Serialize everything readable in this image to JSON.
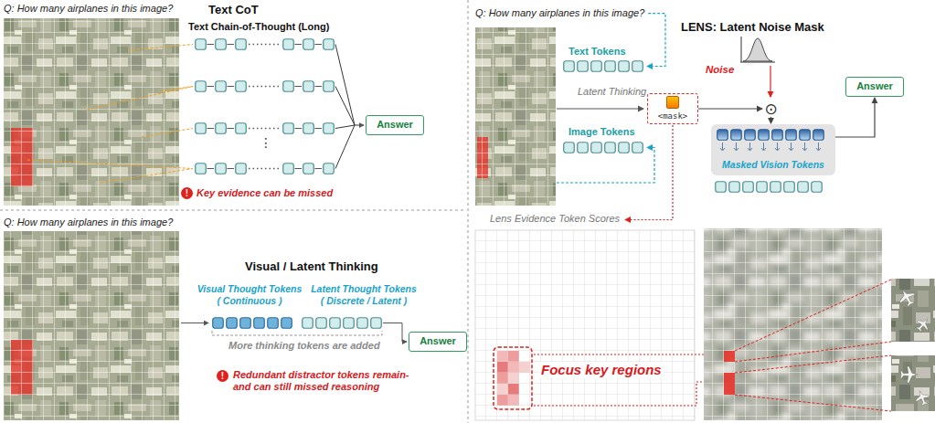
{
  "diagram": {
    "nodes": [
      {
        "text": [
          "Answer"
        ]
      },
      {
        "text": [
          "Answer"
        ]
      },
      {
        "text": [
          "<mask>"
        ]
      },
      {
        "text": [
          "⊙"
        ]
      },
      {
        "text": [
          "Masked Vision Tokens"
        ]
      },
      {
        "text": [
          "Answer"
        ]
      }
    ],
    "edges": [
      {
        "from": 2,
        "to": 3,
        "arrow": "to"
      },
      {
        "from": 3,
        "to": 4,
        "arrow": "to"
      },
      {
        "from": 4,
        "to": 5,
        "arrow": "to"
      }
    ],
    "labels": [
      "Q: How many airplanes in this image?",
      "Text CoT",
      "Text Chain-of-Thought (Long)",
      "⋮",
      "!",
      "Key evidence can be missed",
      "Q: How many airplanes in this image?",
      "Visual / Latent Thinking",
      "Visual Thought Tokens ( Continuous )",
      "Latent Thought Tokens ( Discrete / Latent )",
      "More thinking tokens are added",
      "!",
      "Redundant distractor tokens remain- and can still missed reasoning",
      "Q: How many airplanes in this image?",
      "LENS: Latent Noise Mask",
      "Noise",
      "Text Tokens",
      "Latent Thinking",
      "Image Tokens",
      "Lens Evidence Token Scores",
      "Focus key regions"
    ]
  }
}
